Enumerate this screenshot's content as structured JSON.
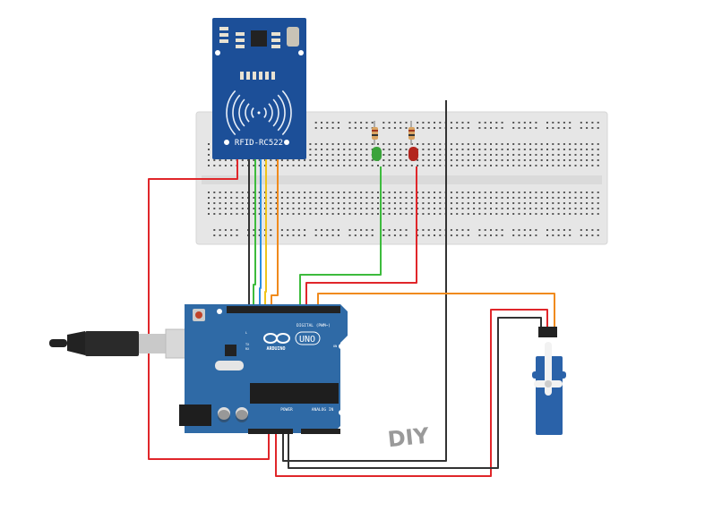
{
  "rfid": {
    "label": "RFID-RC522",
    "color": "#1c4f98"
  },
  "arduino": {
    "brand": "ARDUINO",
    "model": "UNO",
    "digital_label": "DIGITAL (PWM~)",
    "power_label": "POWER",
    "analog_label": "ANALOG IN",
    "on_label": "ON",
    "l_label": "L",
    "tx_label": "TX",
    "rx_label": "RX",
    "color": "#2f6aa6"
  },
  "watermark": {
    "text": "DIY"
  },
  "leds": [
    {
      "color": "#3aa33a"
    },
    {
      "color": "#b3261e"
    }
  ],
  "wire_colors": {
    "red": "#e0262a",
    "black": "#333333",
    "green": "#3dbb3d",
    "blue": "#2b8fe0",
    "yellow": "#f0c419",
    "orange": "#f08a1c"
  }
}
